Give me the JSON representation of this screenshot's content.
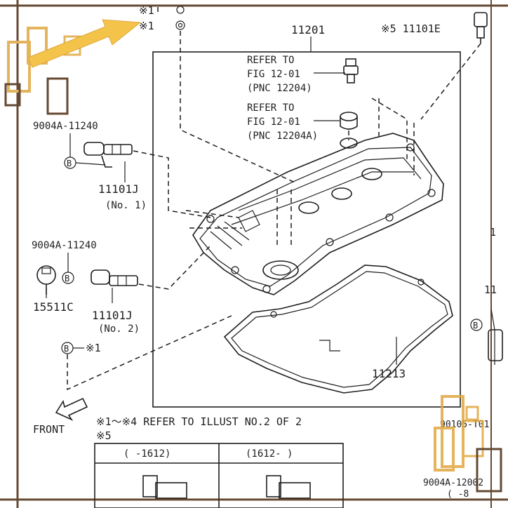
{
  "labels": {
    "note_x1_top": "※1",
    "note_x1_second": "※1",
    "note_x5_part": "※5 11101E",
    "part_11201": "11201",
    "refer1": [
      "REFER TO",
      "FIG 12-01",
      "(PNC 12204)"
    ],
    "refer2": [
      "REFER TO",
      "FIG 12-01",
      "(PNC 12204A)"
    ],
    "bolt_label_a": "9004A-11240",
    "bolt_label_b": "9004A-11240",
    "circle_b": "B",
    "part_11101j_1": "11101J",
    "no_1": "(No. 1)",
    "part_15511c": "15511C",
    "part_11101j_2": "11101J",
    "no_2": "(No. 2)",
    "note_b_x1": "※1",
    "front": "FRONT",
    "part_11213": "11213",
    "refer_illust": "※1～※4 REFER TO ILLUST NO.2 OF 2",
    "note_x5": "※5",
    "table_col1": "(    -1612)",
    "table_col2": "(1612-    )",
    "right_partial_1": "1",
    "right_partial_2": "11",
    "part_90105": "90105-T01",
    "part_9004a_12002": "9004A-12002",
    "bottom_right_partial": "(    -8"
  },
  "colors": {
    "line": "#1e1e1e",
    "arrow_yellow": "#f3c34a",
    "frame_gold": "#e0a840",
    "frame_brown": "#4a2a10"
  },
  "icons": {
    "front_arrow": "front-arrow-icon",
    "pointer_arrow": "yellow-pointer-arrow-icon"
  }
}
